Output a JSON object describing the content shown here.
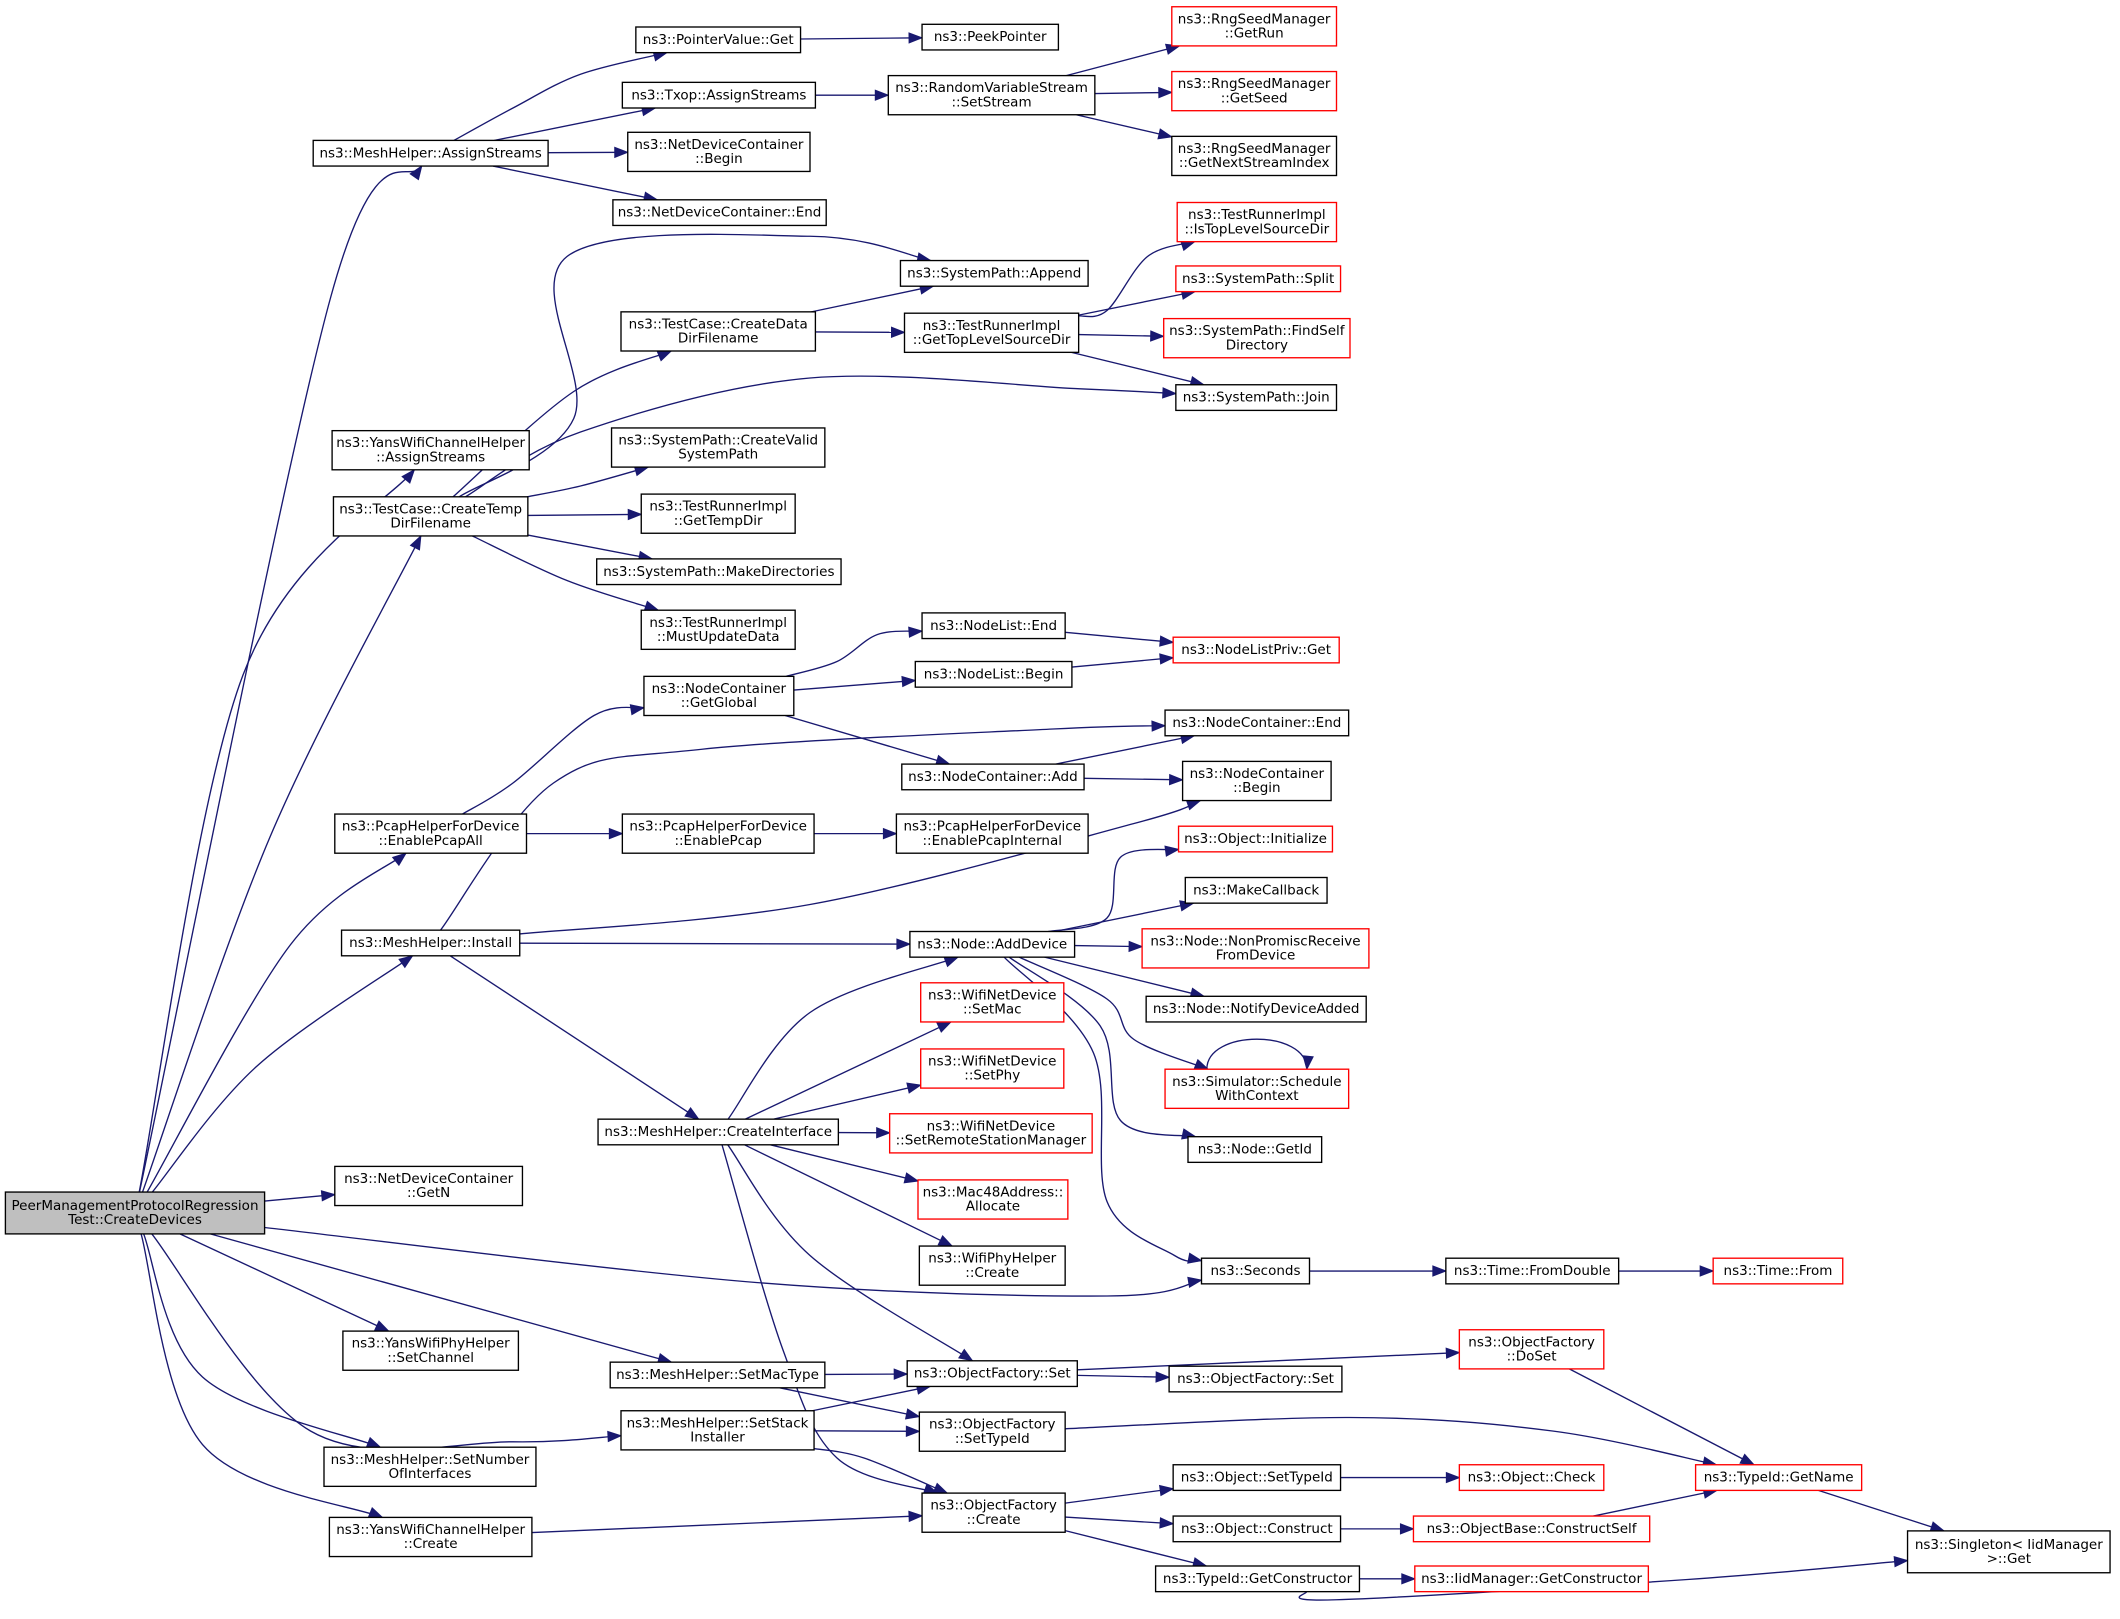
{
  "diagram": {
    "title": "",
    "colors": {
      "edge": "#191970",
      "node_border": "#000000",
      "truncated_node_border": "#ff0000",
      "root_fill": "#bfbfbf",
      "node_fill": "#ffffff"
    },
    "nodes": [
      {
        "id": "root",
        "lines": [
          "PeerManagementProtocolRegression",
          "Test::CreateDevices"
        ],
        "style": "root"
      },
      {
        "id": "mh_assign",
        "lines": [
          "ns3::MeshHelper::AssignStreams"
        ]
      },
      {
        "id": "yans_assign",
        "lines": [
          "ns3::YansWifiChannelHelper",
          "::AssignStreams"
        ]
      },
      {
        "id": "tc_temp",
        "lines": [
          "ns3::TestCase::CreateTemp",
          "DirFilename"
        ]
      },
      {
        "id": "pcap_all",
        "lines": [
          "ns3::PcapHelperForDevice",
          "::EnablePcapAll"
        ]
      },
      {
        "id": "mh_install",
        "lines": [
          "ns3::MeshHelper::Install"
        ]
      },
      {
        "id": "ndc_getn",
        "lines": [
          "ns3::NetDeviceContainer",
          "::GetN"
        ]
      },
      {
        "id": "yphy_setch",
        "lines": [
          "ns3::YansWifiPhyHelper",
          "::SetChannel"
        ]
      },
      {
        "id": "mh_setnum",
        "lines": [
          "ns3::MeshHelper::SetNumber",
          "OfInterfaces"
        ]
      },
      {
        "id": "ych_create",
        "lines": [
          "ns3::YansWifiChannelHelper",
          "::Create"
        ]
      },
      {
        "id": "pv_get",
        "lines": [
          "ns3::PointerValue::Get"
        ]
      },
      {
        "id": "txop_assign",
        "lines": [
          "ns3::Txop::AssignStreams"
        ]
      },
      {
        "id": "ndc_begin",
        "lines": [
          "ns3::NetDeviceContainer",
          "::Begin"
        ]
      },
      {
        "id": "ndc_end",
        "lines": [
          "ns3::NetDeviceContainer::End"
        ]
      },
      {
        "id": "tc_data",
        "lines": [
          "ns3::TestCase::CreateData",
          "DirFilename"
        ]
      },
      {
        "id": "sp_valid",
        "lines": [
          "ns3::SystemPath::CreateValid",
          "SystemPath"
        ]
      },
      {
        "id": "tri_temp",
        "lines": [
          "ns3::TestRunnerImpl",
          "::GetTempDir"
        ]
      },
      {
        "id": "sp_mkdirs",
        "lines": [
          "ns3::SystemPath::MakeDirectories"
        ]
      },
      {
        "id": "tri_must",
        "lines": [
          "ns3::TestRunnerImpl",
          "::MustUpdateData"
        ]
      },
      {
        "id": "nc_global",
        "lines": [
          "ns3::NodeContainer",
          "::GetGlobal"
        ]
      },
      {
        "id": "pcap_en",
        "lines": [
          "ns3::PcapHelperForDevice",
          "::EnablePcap"
        ]
      },
      {
        "id": "mh_createif",
        "lines": [
          "ns3::MeshHelper::CreateInterface"
        ]
      },
      {
        "id": "mh_setmac",
        "lines": [
          "ns3::MeshHelper::SetMacType"
        ]
      },
      {
        "id": "mh_setstack",
        "lines": [
          "ns3::MeshHelper::SetStack",
          "Installer"
        ]
      },
      {
        "id": "peek",
        "lines": [
          "ns3::PeekPointer"
        ]
      },
      {
        "id": "rvs_set",
        "lines": [
          "ns3::RandomVariableStream",
          "::SetStream"
        ]
      },
      {
        "id": "sp_append",
        "lines": [
          "ns3::SystemPath::Append"
        ]
      },
      {
        "id": "tri_top",
        "lines": [
          "ns3::TestRunnerImpl",
          "::GetTopLevelSourceDir"
        ]
      },
      {
        "id": "nl_end",
        "lines": [
          "ns3::NodeList::End"
        ]
      },
      {
        "id": "nl_begin",
        "lines": [
          "ns3::NodeList::Begin"
        ]
      },
      {
        "id": "nc_add",
        "lines": [
          "ns3::NodeContainer::Add"
        ]
      },
      {
        "id": "pcap_int",
        "lines": [
          "ns3::PcapHelperForDevice",
          "::EnablePcapInternal"
        ]
      },
      {
        "id": "node_add",
        "lines": [
          "ns3::Node::AddDevice"
        ]
      },
      {
        "id": "wnd_mac",
        "lines": [
          "ns3::WifiNetDevice",
          "::SetMac"
        ],
        "style": "red"
      },
      {
        "id": "wnd_phy",
        "lines": [
          "ns3::WifiNetDevice",
          "::SetPhy"
        ],
        "style": "red"
      },
      {
        "id": "wnd_rsm",
        "lines": [
          "ns3::WifiNetDevice",
          "::SetRemoteStationManager"
        ],
        "style": "red"
      },
      {
        "id": "mac48",
        "lines": [
          "ns3::Mac48Address::",
          "Allocate"
        ],
        "style": "red"
      },
      {
        "id": "wphy_create",
        "lines": [
          "ns3::WifiPhyHelper",
          "::Create"
        ]
      },
      {
        "id": "of_set",
        "lines": [
          "ns3::ObjectFactory::Set"
        ]
      },
      {
        "id": "of_settype",
        "lines": [
          "ns3::ObjectFactory",
          "::SetTypeId"
        ]
      },
      {
        "id": "of_create",
        "lines": [
          "ns3::ObjectFactory",
          "::Create"
        ]
      },
      {
        "id": "rng_run",
        "lines": [
          "ns3::RngSeedManager",
          "::GetRun"
        ],
        "style": "red"
      },
      {
        "id": "rng_seed",
        "lines": [
          "ns3::RngSeedManager",
          "::GetSeed"
        ],
        "style": "red"
      },
      {
        "id": "rng_next",
        "lines": [
          "ns3::RngSeedManager",
          "::GetNextStreamIndex"
        ]
      },
      {
        "id": "tri_istop",
        "lines": [
          "ns3::TestRunnerImpl",
          "::IsTopLevelSourceDir"
        ],
        "style": "red"
      },
      {
        "id": "sp_split",
        "lines": [
          "ns3::SystemPath::Split"
        ],
        "style": "red"
      },
      {
        "id": "sp_findself",
        "lines": [
          "ns3::SystemPath::FindSelf",
          "Directory"
        ],
        "style": "red"
      },
      {
        "id": "sp_join",
        "lines": [
          "ns3::SystemPath::Join"
        ]
      },
      {
        "id": "nlp_get",
        "lines": [
          "ns3::NodeListPriv::Get"
        ],
        "style": "red"
      },
      {
        "id": "nc_end",
        "lines": [
          "ns3::NodeContainer::End"
        ]
      },
      {
        "id": "nc_begin",
        "lines": [
          "ns3::NodeContainer",
          "::Begin"
        ]
      },
      {
        "id": "obj_init",
        "lines": [
          "ns3::Object::Initialize"
        ],
        "style": "red"
      },
      {
        "id": "makecb",
        "lines": [
          "ns3::MakeCallback"
        ]
      },
      {
        "id": "node_nonprom",
        "lines": [
          "ns3::Node::NonPromiscReceive",
          "FromDevice"
        ],
        "style": "red"
      },
      {
        "id": "node_notify",
        "lines": [
          "ns3::Node::NotifyDeviceAdded"
        ]
      },
      {
        "id": "sim_sched",
        "lines": [
          "ns3::Simulator::Schedule",
          "WithContext"
        ],
        "style": "red"
      },
      {
        "id": "node_getid",
        "lines": [
          "ns3::Node::GetId"
        ]
      },
      {
        "id": "seconds",
        "lines": [
          "ns3::Seconds"
        ]
      },
      {
        "id": "time_fd",
        "lines": [
          "ns3::Time::FromDouble"
        ]
      },
      {
        "id": "time_from",
        "lines": [
          "ns3::Time::From"
        ],
        "style": "red"
      },
      {
        "id": "of_doset",
        "lines": [
          "ns3::ObjectFactory",
          "::DoSet"
        ],
        "style": "red"
      },
      {
        "id": "of_set2",
        "lines": [
          "ns3::ObjectFactory::Set"
        ]
      },
      {
        "id": "obj_settype",
        "lines": [
          "ns3::Object::SetTypeId"
        ]
      },
      {
        "id": "obj_check",
        "lines": [
          "ns3::Object::Check"
        ],
        "style": "red"
      },
      {
        "id": "obj_construct",
        "lines": [
          "ns3::Object::Construct"
        ]
      },
      {
        "id": "ob_cself",
        "lines": [
          "ns3::ObjectBase::ConstructSelf"
        ],
        "style": "red"
      },
      {
        "id": "tid_getname",
        "lines": [
          "ns3::TypeId::GetName"
        ],
        "style": "red"
      },
      {
        "id": "tid_getctor",
        "lines": [
          "ns3::TypeId::GetConstructor"
        ]
      },
      {
        "id": "iid_getctor",
        "lines": [
          "ns3::IidManager::GetConstructor"
        ],
        "style": "red"
      },
      {
        "id": "singleton",
        "lines": [
          "ns3::Singleton< IidManager",
          ">::Get"
        ]
      }
    ],
    "edges": [
      [
        "root",
        "mh_assign"
      ],
      [
        "root",
        "yans_assign"
      ],
      [
        "root",
        "tc_temp"
      ],
      [
        "root",
        "pcap_all"
      ],
      [
        "root",
        "mh_install"
      ],
      [
        "root",
        "ndc_getn"
      ],
      [
        "root",
        "seconds"
      ],
      [
        "root",
        "yphy_setch"
      ],
      [
        "root",
        "mh_setmac"
      ],
      [
        "root",
        "mh_setstack"
      ],
      [
        "root",
        "mh_setnum"
      ],
      [
        "root",
        "ych_create"
      ],
      [
        "mh_assign",
        "pv_get"
      ],
      [
        "mh_assign",
        "txop_assign"
      ],
      [
        "mh_assign",
        "ndc_begin"
      ],
      [
        "mh_assign",
        "ndc_end"
      ],
      [
        "pv_get",
        "peek"
      ],
      [
        "txop_assign",
        "rvs_set"
      ],
      [
        "rvs_set",
        "rng_run"
      ],
      [
        "rvs_set",
        "rng_seed"
      ],
      [
        "rvs_set",
        "rng_next"
      ],
      [
        "tc_temp",
        "sp_append"
      ],
      [
        "tc_temp",
        "tc_data"
      ],
      [
        "tc_temp",
        "sp_join"
      ],
      [
        "tc_temp",
        "sp_valid"
      ],
      [
        "tc_temp",
        "tri_temp"
      ],
      [
        "tc_temp",
        "sp_mkdirs"
      ],
      [
        "tc_temp",
        "tri_must"
      ],
      [
        "tc_data",
        "sp_append"
      ],
      [
        "tc_data",
        "tri_top"
      ],
      [
        "tri_top",
        "tri_istop"
      ],
      [
        "tri_top",
        "sp_split"
      ],
      [
        "tri_top",
        "sp_findself"
      ],
      [
        "tri_top",
        "sp_join"
      ],
      [
        "pcap_all",
        "nc_global"
      ],
      [
        "pcap_all",
        "pcap_en"
      ],
      [
        "pcap_en",
        "pcap_int"
      ],
      [
        "nc_global",
        "nl_end"
      ],
      [
        "nc_global",
        "nl_begin"
      ],
      [
        "nc_global",
        "nc_add"
      ],
      [
        "nl_end",
        "nlp_get"
      ],
      [
        "nl_begin",
        "nlp_get"
      ],
      [
        "nc_add",
        "nc_end"
      ],
      [
        "nc_add",
        "nc_begin"
      ],
      [
        "mh_install",
        "nc_end"
      ],
      [
        "mh_install",
        "nc_begin"
      ],
      [
        "mh_install",
        "node_add"
      ],
      [
        "mh_install",
        "mh_createif"
      ],
      [
        "node_add",
        "obj_init"
      ],
      [
        "node_add",
        "makecb"
      ],
      [
        "node_add",
        "node_nonprom"
      ],
      [
        "node_add",
        "node_notify"
      ],
      [
        "node_add",
        "sim_sched"
      ],
      [
        "node_add",
        "node_getid"
      ],
      [
        "node_add",
        "seconds"
      ],
      [
        "sim_sched",
        "sim_sched"
      ],
      [
        "mh_createif",
        "node_add"
      ],
      [
        "mh_createif",
        "wnd_mac"
      ],
      [
        "mh_createif",
        "wnd_phy"
      ],
      [
        "mh_createif",
        "wnd_rsm"
      ],
      [
        "mh_createif",
        "mac48"
      ],
      [
        "mh_createif",
        "wphy_create"
      ],
      [
        "mh_createif",
        "of_set"
      ],
      [
        "mh_createif",
        "of_create"
      ],
      [
        "seconds",
        "time_fd"
      ],
      [
        "time_fd",
        "time_from"
      ],
      [
        "mh_setmac",
        "of_set"
      ],
      [
        "mh_setmac",
        "of_settype"
      ],
      [
        "mh_setstack",
        "of_set"
      ],
      [
        "mh_setstack",
        "of_settype"
      ],
      [
        "mh_setstack",
        "of_create"
      ],
      [
        "of_set",
        "of_doset"
      ],
      [
        "of_set",
        "of_set2"
      ],
      [
        "of_doset",
        "tid_getname"
      ],
      [
        "of_settype",
        "tid_getname"
      ],
      [
        "ych_create",
        "of_create"
      ],
      [
        "of_create",
        "obj_settype"
      ],
      [
        "of_create",
        "obj_construct"
      ],
      [
        "of_create",
        "tid_getctor"
      ],
      [
        "obj_settype",
        "obj_check"
      ],
      [
        "obj_construct",
        "ob_cself"
      ],
      [
        "ob_cself",
        "tid_getname"
      ],
      [
        "tid_getctor",
        "iid_getctor"
      ],
      [
        "tid_getctor",
        "singleton"
      ],
      [
        "tid_getname",
        "singleton"
      ]
    ]
  }
}
